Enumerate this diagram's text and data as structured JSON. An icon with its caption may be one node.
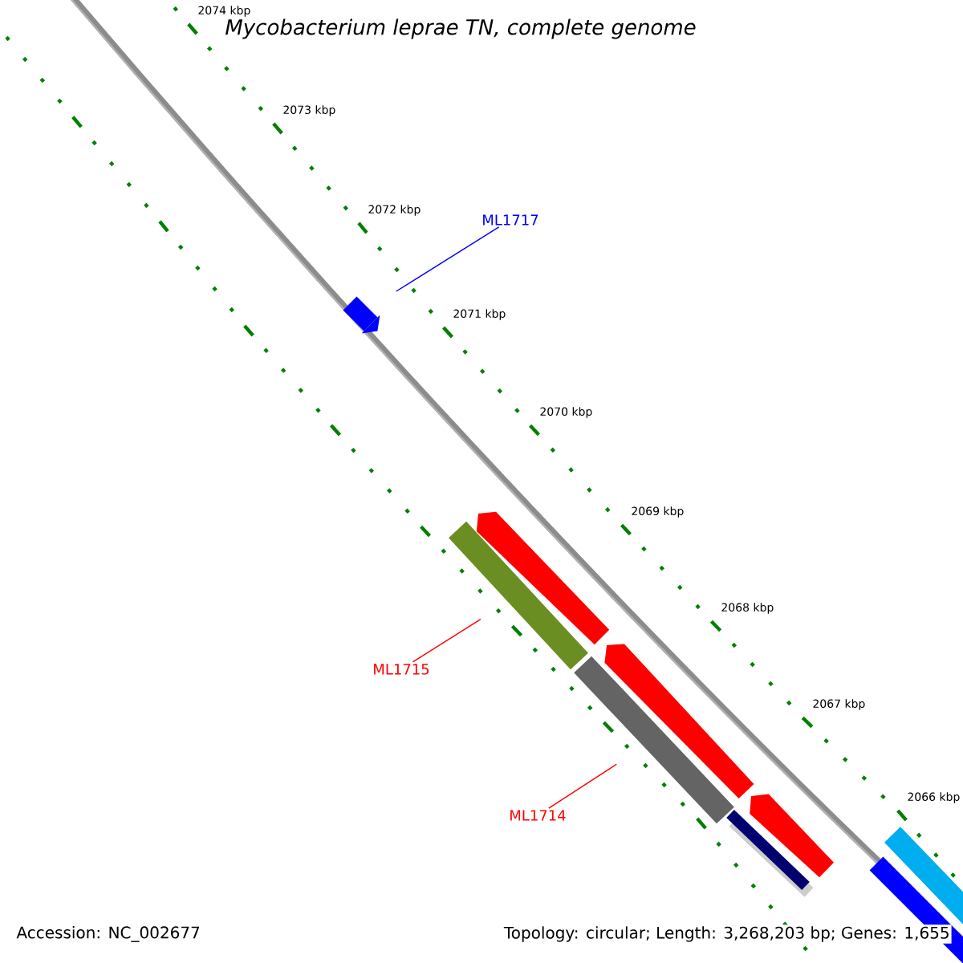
{
  "diagram": {
    "title": "*Mycobacterium leprae* TN, complete genome",
    "nodes": [
      {
        "text": [
          "ML1717"
        ]
      },
      {
        "text": [],
        "shape": "arrow"
      },
      {
        "text": [
          "ML1715"
        ]
      },
      {
        "text": [],
        "shape": "bar"
      },
      {
        "text": [
          "ML1714"
        ]
      },
      {
        "text": [],
        "shape": "bar"
      }
    ],
    "edges": [
      {
        "from": 0,
        "to": 1,
        "arrow": "none",
        "color": "#0000ff"
      },
      {
        "from": 2,
        "to": 3,
        "arrow": "none",
        "color": "#ff0000"
      },
      {
        "from": 4,
        "to": 5,
        "arrow": "none",
        "color": "#ff0000"
      }
    ],
    "labels": [
      "2074 kbp",
      "2073 kbp",
      "2072 kbp",
      "2071 kbp",
      "2070 kbp",
      "2069 kbp",
      "2068 kbp",
      "2067 kbp",
      "2066 kbp",
      "Accession: NC_002677",
      "Topology: circular; Length: 3,268,203 bp; Genes: 1,655"
    ]
  }
}
